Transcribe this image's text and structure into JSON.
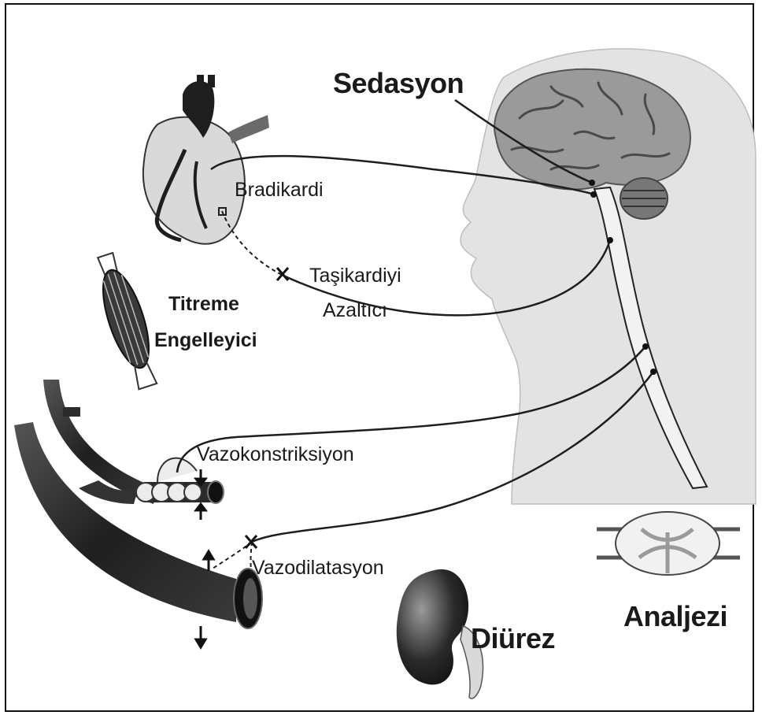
{
  "labels": {
    "sedation": "Sedasyon",
    "bradycardia": "Bradikardi",
    "tachycardia_line1": "Taşikardiyi",
    "tachycardia_line2": "Azaltıcı",
    "shivering_line1": "Titreme",
    "shivering_line2": "Engelleyici",
    "vasoconstriction": "Vazokonstriksiyon",
    "vasodilation": "Vazodilatasyon",
    "diuresis": "Diürez",
    "analgesia": "Analjezi"
  },
  "colors": {
    "background": "#ffffff",
    "silhouette": "#e3e3e3",
    "organ_dark": "#2b2b2b",
    "organ_light": "#d6d6d6",
    "line": "#1e1e1e"
  }
}
